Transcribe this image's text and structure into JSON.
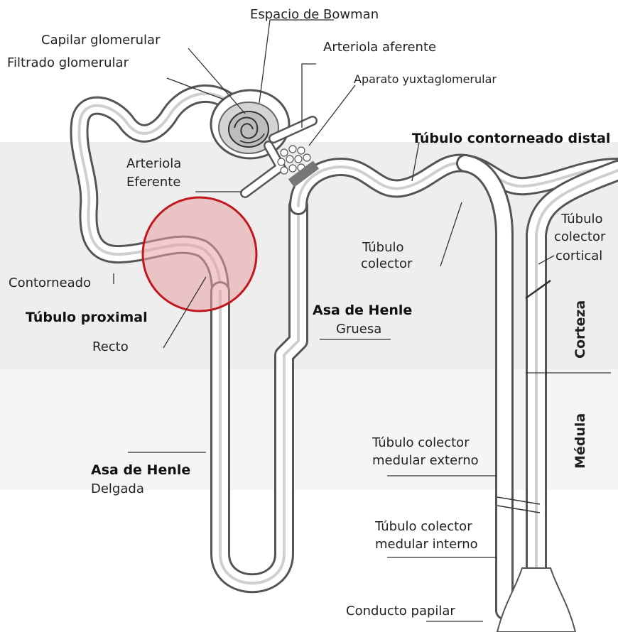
{
  "labels": {
    "espacio_bowman": "Espacio de Bowman",
    "capilar_glomerular": "Capilar glomerular",
    "arteriola_aferente": "Arteriola aferente",
    "filtrado_glomerular": "Filtrado glomerular",
    "aparato_yuxtaglomerular": "Aparato yuxtaglomerular",
    "tubulo_contorneado_distal": "Túbulo contorneado distal",
    "arteriola_eferente_1": "Arteriola",
    "arteriola_eferente_2": "Eferente",
    "tubulo_colector_cortical_1": "Túbulo",
    "tubulo_colector_cortical_2": "colector",
    "tubulo_colector_cortical_3": "cortical",
    "tubulo_colector_1": "Túbulo",
    "tubulo_colector_2": "colector",
    "contorneado": "Contorneado",
    "tubulo_proximal": "Túbulo proximal",
    "recto": "Recto",
    "asa_henle_gruesa_title": "Asa de Henle",
    "asa_henle_gruesa_sub": "Gruesa",
    "corteza": "Corteza",
    "medula": "Médula",
    "tubulo_colector_medular_externo_1": "Túbulo colector",
    "tubulo_colector_medular_externo_2": "medular externo",
    "asa_henle_delgada_title": "Asa de Henle",
    "asa_henle_delgada_sub": "Delgada",
    "tubulo_colector_medular_interno_1": "Túbulo colector",
    "tubulo_colector_medular_interno_2": "medular interno",
    "conducto_papilar": "Conducto papilar"
  },
  "colors": {
    "cortex_band": "#e6e6e6",
    "tube_wall": "#555555",
    "highlight_fill": "#e8a0a4",
    "highlight_stroke": "#c0181e"
  }
}
